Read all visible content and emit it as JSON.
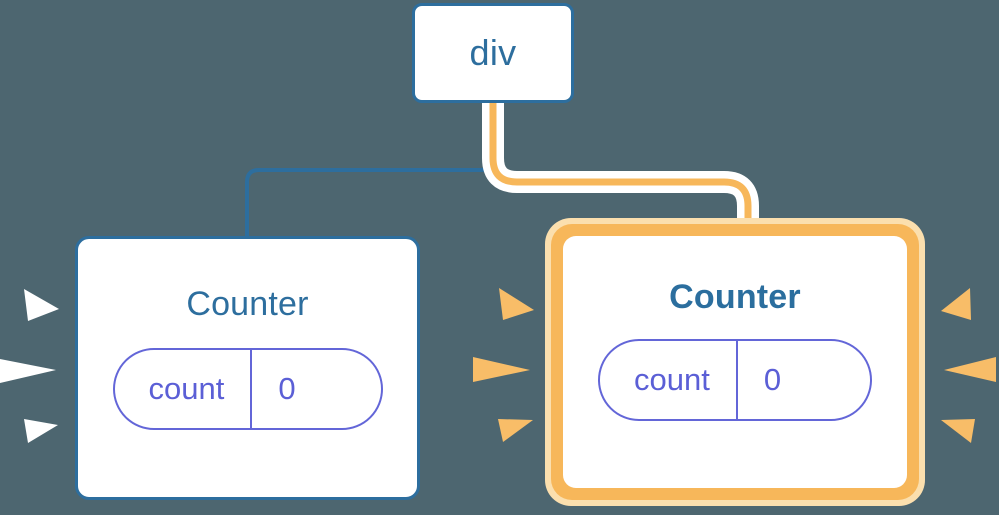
{
  "diagram": {
    "title": "component-rerender-highlight",
    "background_color": "#4d6670"
  },
  "colors": {
    "blue_line": "#2d6e9e",
    "blue_text": "#2d6e9e",
    "blue_text_bold": "#2b6e9e",
    "orange_line": "#f7b75a",
    "orange_glow": "#fbdfae",
    "orange_burst": "#f8bd68",
    "white_burst": "#ffffff",
    "pill_border": "#6366d8",
    "pill_text": "#5b5fd6",
    "node_fill": "#ffffff"
  },
  "nodes": {
    "root": {
      "label": "div",
      "state": "normal"
    },
    "counter_left": {
      "label": "Counter",
      "state": "normal",
      "prop": {
        "key": "count",
        "value": "0"
      }
    },
    "counter_right": {
      "label": "Counter",
      "state": "highlighted",
      "prop": {
        "key": "count",
        "value": "0"
      }
    }
  },
  "edges": [
    {
      "name": "div-to-counter-left",
      "from": "root",
      "to": "counter_left",
      "color": "#2d6e9e",
      "style": "thin"
    },
    {
      "name": "div-to-counter-right",
      "from": "root",
      "to": "counter_right",
      "color": "#f7b75a",
      "style": "thick-highlight"
    }
  ],
  "bursts": [
    {
      "name": "burst-left-outer",
      "color": "#ffffff",
      "side": "left",
      "count": 3
    },
    {
      "name": "burst-left-inner",
      "color": "#f8bd68",
      "side": "left-of-right-node",
      "count": 3
    },
    {
      "name": "burst-right-outer",
      "color": "#f8bd68",
      "side": "right",
      "count": 3
    }
  ]
}
